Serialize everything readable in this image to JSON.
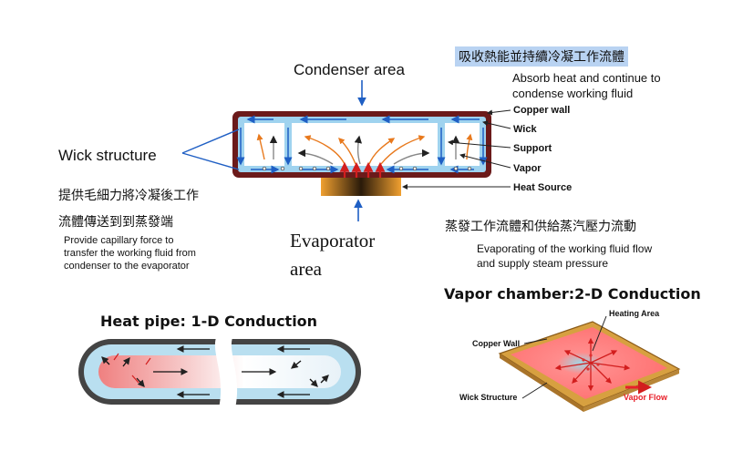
{
  "top": {
    "condenser_label": "Condenser area",
    "absorb_zh": "吸收熱能並持續冷凝工作流體",
    "absorb_en_line1": "Absorb heat and continue to",
    "absorb_en_line2": "condense working fluid"
  },
  "callouts": {
    "copper_wall": "Copper wall",
    "wick": "Wick",
    "support": "Support",
    "vapor": "Vapor",
    "heat_source": "Heat Source"
  },
  "left": {
    "wick_structure": "Wick structure",
    "zh_line1": "提供毛細力將冷凝後工作",
    "zh_line2": "流體傳送到到蒸發端",
    "en_line1": "Provide capillary force to",
    "en_line2": "transfer the working fluid from",
    "en_line3": "condenser to the evaporator"
  },
  "evaporator": {
    "line1": "Evaporator",
    "line2": "area"
  },
  "right": {
    "zh": "蒸發工作流體和供給蒸汽壓力流動",
    "en_line1": "Evaporating of the working fluid flow",
    "en_line2": "and supply steam pressure"
  },
  "vapor_chamber": {
    "title": "Vapor chamber:2-D Conduction",
    "heating_area": "Heating Area",
    "copper_wall": "Copper Wall",
    "wick_structure": "Wick Structure",
    "vapor_flow": "Vapor Flow"
  },
  "heat_pipe": {
    "title": "Heat pipe:  1-D Conduction"
  },
  "colors": {
    "copper": "#6b1a1a",
    "wick_blue": "#9fd3ef",
    "arrow_blue": "#1f5fc4",
    "heat_orange": "#e8791d",
    "heat_red": "#d21e1e",
    "vapor_flow_red": "#e8202a"
  }
}
